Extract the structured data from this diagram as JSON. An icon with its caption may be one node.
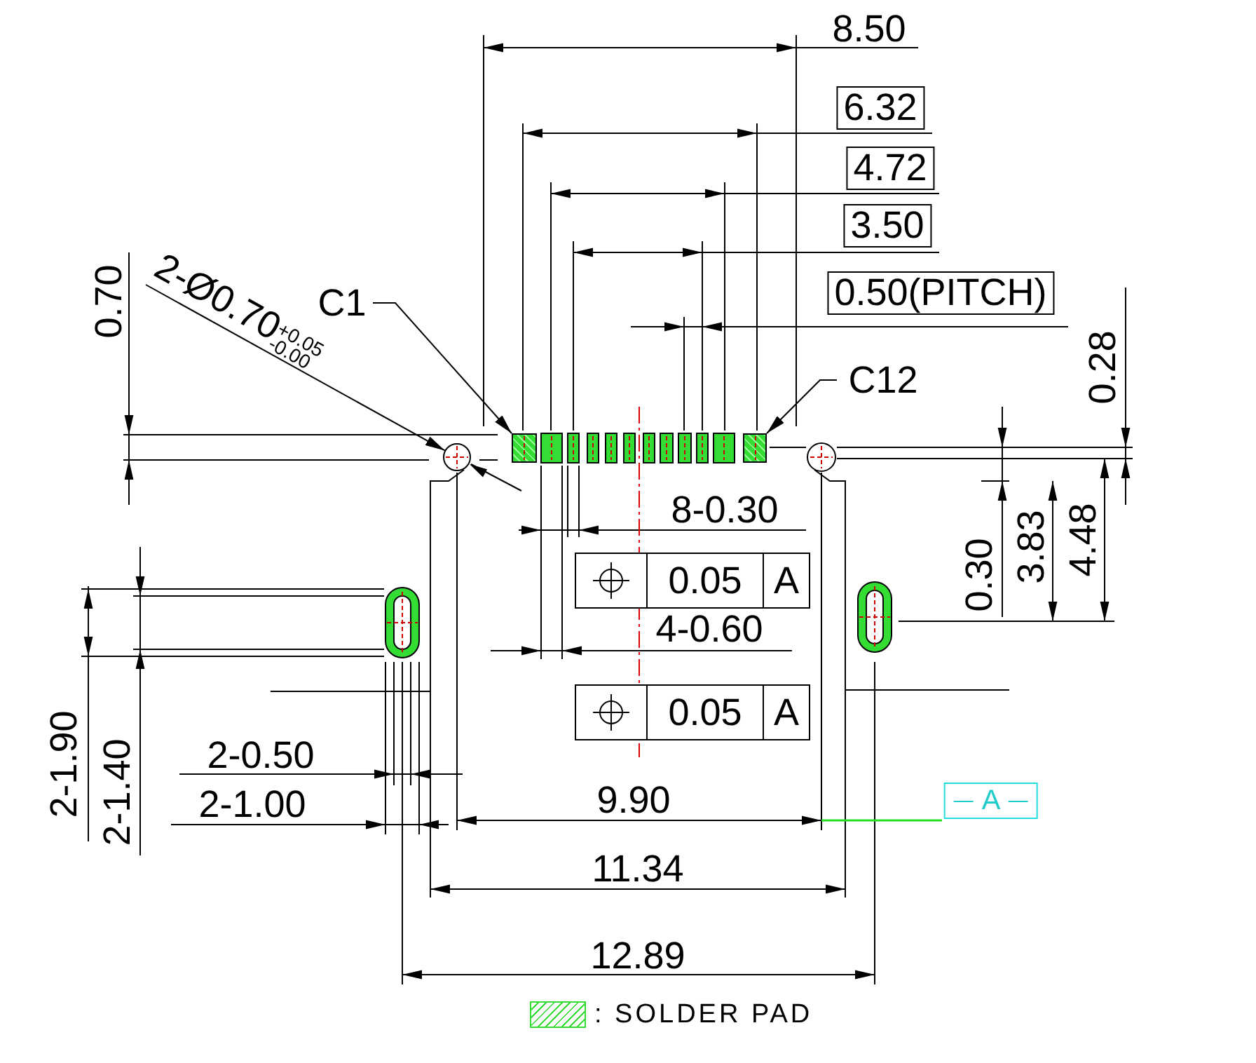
{
  "diagram": {
    "nodes": [
      {
        "text": [
          "C1"
        ]
      },
      {
        "text": [],
        "shape": "box"
      },
      {
        "text": [
          "C12"
        ]
      },
      {
        "text": [],
        "shape": "box"
      },
      {
        "text": [
          "2-Ø0.70$^{+0.05}$$_{-0.00}$"
        ]
      },
      {
        "text": [],
        "shape": "circle"
      }
    ],
    "edges": [
      {
        "from": 0,
        "to": 1,
        "arrow": "to"
      },
      {
        "from": 2,
        "to": 3,
        "arrow": "to"
      },
      {
        "from": 4,
        "to": 5,
        "arrow": "to"
      }
    ],
    "labels": [
      "8.50",
      "6.32",
      "4.72",
      "3.50",
      "0.50(PITCH)",
      "0.70",
      "0.28",
      "8-0.30",
      "0.05",
      "A",
      "4-0.60",
      "0.30",
      "3.83",
      "4.48",
      "0.05",
      "A",
      "2-1.90",
      "2-1.40",
      "2-0.50",
      "2-1.00",
      "9.90",
      "A",
      "11.34",
      "12.89"
    ],
    "legend": [
      {
        "text": ": SOLDER PAD",
        "color": "#33dd33"
      }
    ]
  }
}
